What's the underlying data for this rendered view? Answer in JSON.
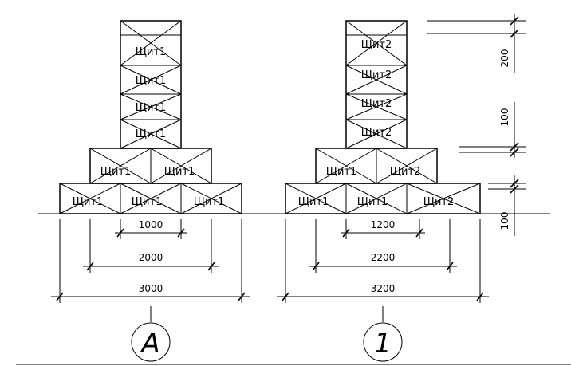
{
  "left": {
    "labels": {
      "tower": [
        "Щит1",
        "Щит1",
        "Щит1",
        "Щит1"
      ],
      "middle": [
        "Щит1",
        "Щит1"
      ],
      "bottom": [
        "Щит1",
        "Щит1",
        "Щит1"
      ]
    },
    "dims": {
      "inner": "1000",
      "middle": "2000",
      "outer": "3000"
    },
    "axis": "А"
  },
  "right": {
    "labels": {
      "tower": [
        "Щит2",
        "Щит2",
        "Щит2",
        "Щит2"
      ],
      "middle": [
        "Щит1",
        "Щит2"
      ],
      "bottom": [
        "Щит1",
        "Щит1",
        "Щит2"
      ]
    },
    "dims": {
      "inner": "1200",
      "middle": "2200",
      "outer": "3200"
    },
    "axis": "1"
  },
  "side_dims": [
    "200",
    "100",
    "100"
  ]
}
